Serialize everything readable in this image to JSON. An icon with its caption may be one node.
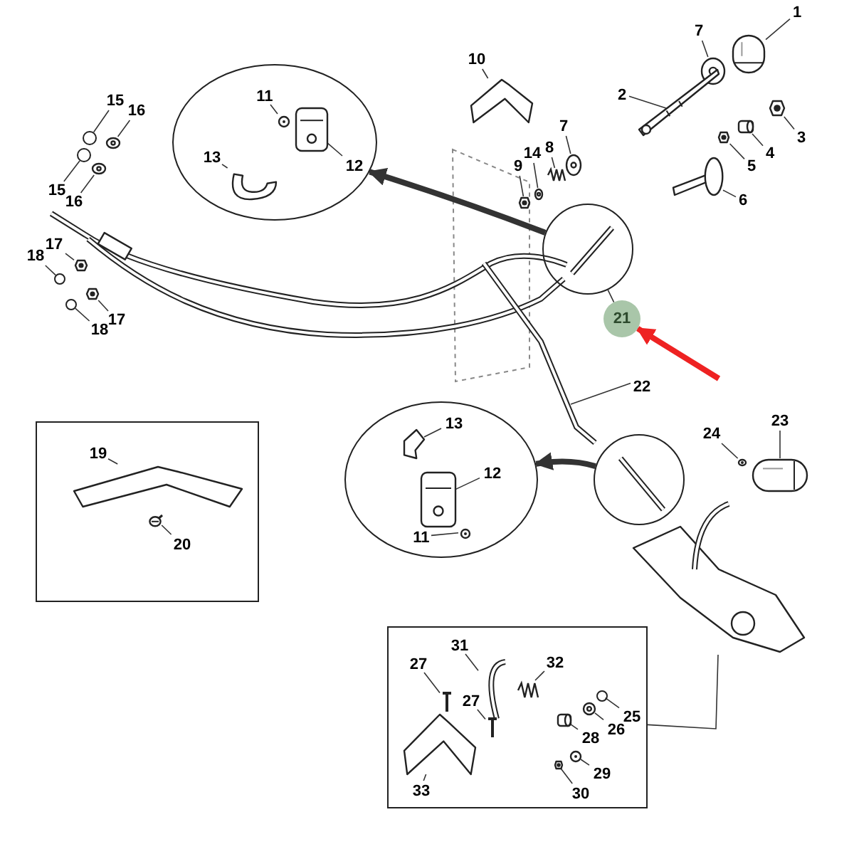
{
  "diagram": {
    "nodes": [
      {
        "text": [
          "1"
        ]
      },
      {
        "text": [
          "7"
        ]
      },
      {
        "text": [
          "10"
        ]
      },
      {
        "text": [
          "2"
        ]
      },
      {
        "text": [
          "3"
        ]
      },
      {
        "text": [
          "7"
        ]
      },
      {
        "text": [
          "4"
        ]
      },
      {
        "text": [
          "15"
        ]
      },
      {
        "text": [
          "16"
        ]
      },
      {
        "text": [],
        "shape": "circle"
      },
      {
        "text": [
          "11"
        ],
        "in": 9
      },
      {
        "text": [
          "12"
        ],
        "in": 9
      },
      {
        "text": [
          "13"
        ],
        "in": 9
      },
      {
        "text": [
          "14"
        ]
      },
      {
        "text": [
          "8"
        ]
      },
      {
        "text": [
          "9"
        ]
      },
      {
        "text": [
          "5"
        ]
      },
      {
        "text": [
          "6"
        ]
      },
      {
        "text": [
          "15"
        ]
      },
      {
        "text": [
          "16"
        ]
      },
      {
        "text": [],
        "shape": "circle"
      },
      {
        "text": [
          "17"
        ]
      },
      {
        "text": [
          "18"
        ]
      },
      {
        "text": [
          "17"
        ]
      },
      {
        "text": [
          "18"
        ]
      },
      {
        "text": [
          "21"
        ]
      },
      {
        "text": [
          "22"
        ]
      },
      {
        "text": [
          "23"
        ]
      },
      {
        "text": [
          "24"
        ]
      },
      {
        "text": [],
        "shape": "box"
      },
      {
        "text": [
          "19"
        ],
        "in": 29
      },
      {
        "text": [
          "20"
        ],
        "in": 29
      },
      {
        "text": [],
        "shape": "circle"
      },
      {
        "text": [
          "13"
        ],
        "in": 32
      },
      {
        "text": [
          "12"
        ],
        "in": 32
      },
      {
        "text": [
          "11"
        ],
        "in": 32
      },
      {
        "text": [],
        "shape": "circle"
      },
      {
        "text": [],
        "shape": "box"
      },
      {
        "text": [
          "31"
        ],
        "in": 37
      },
      {
        "text": [
          "32"
        ],
        "in": 37
      },
      {
        "text": [
          "27"
        ],
        "in": 37
      },
      {
        "text": [
          "27"
        ],
        "in": 37
      },
      {
        "text": [
          "25"
        ],
        "in": 37
      },
      {
        "text": [
          "26"
        ],
        "in": 37
      },
      {
        "text": [
          "28"
        ],
        "in": 37
      },
      {
        "text": [
          "29"
        ],
        "in": 37
      },
      {
        "text": [
          "30"
        ],
        "in": 37
      },
      {
        "text": [
          "33"
        ],
        "in": 37
      },
      {
        "text": [],
        "shape": "picture"
      },
      {
        "text": [],
        "shape": "picture"
      },
      {
        "text": [],
        "shape": "picture"
      },
      {
        "text": [],
        "shape": "picture"
      },
      {
        "text": [],
        "shape": "picture"
      },
      {
        "text": [],
        "shape": "picture"
      },
      {
        "text": [],
        "shape": "picture"
      },
      {
        "text": [],
        "shape": "circle"
      },
      {
        "text": [],
        "shape": "picture"
      },
      {
        "text": [],
        "shape": "picture",
        "in": 9
      },
      {
        "text": [],
        "shape": "picture",
        "in": 9
      },
      {
        "text": [],
        "shape": "picture",
        "in": 9
      },
      {
        "text": [],
        "shape": "picture"
      },
      {
        "text": [],
        "shape": "picture"
      },
      {
        "text": [],
        "shape": "picture"
      },
      {
        "text": [],
        "shape": "picture"
      },
      {
        "text": [],
        "shape": "picture"
      },
      {
        "text": [],
        "shape": "circle"
      },
      {
        "text": [],
        "shape": "picture"
      },
      {
        "text": [],
        "shape": "picture"
      },
      {
        "text": [],
        "shape": "circle"
      },
      {
        "text": [],
        "shape": "picture"
      },
      {
        "text": [],
        "shape": "circle"
      },
      {
        "text": [],
        "shape": "picture"
      },
      {
        "text": [],
        "shape": "picture"
      },
      {
        "text": [],
        "shape": "picture"
      },
      {
        "text": [],
        "shape": "picture",
        "in": 29
      },
      {
        "text": [],
        "shape": "picture",
        "in": 29
      },
      {
        "text": [],
        "shape": "picture",
        "in": 32
      },
      {
        "text": [],
        "shape": "picture",
        "in": 32
      },
      {
        "text": [],
        "shape": "picture",
        "in": 32
      },
      {
        "text": [],
        "shape": "picture",
        "in": 37
      },
      {
        "text": [],
        "shape": "picture",
        "in": 37
      },
      {
        "text": [],
        "shape": "picture",
        "in": 37
      },
      {
        "text": [],
        "shape": "picture",
        "in": 37
      },
      {
        "text": [],
        "shape": "circle",
        "in": 37
      },
      {
        "text": [],
        "shape": "picture",
        "in": 37
      },
      {
        "text": [],
        "shape": "picture",
        "in": 37
      },
      {
        "text": [],
        "shape": "picture",
        "in": 37
      },
      {
        "text": [],
        "shape": "picture",
        "in": 37
      },
      {
        "text": [],
        "shape": "picture",
        "in": 37
      },
      {
        "text": [],
        "shape": "picture"
      }
    ],
    "edges": [
      {
        "from": 0,
        "to": 48,
        "arrow": "none"
      },
      {
        "from": 1,
        "to": 49,
        "arrow": "none"
      },
      {
        "from": 2,
        "to": 50,
        "arrow": "none"
      },
      {
        "from": 3,
        "to": 51,
        "arrow": "none"
      },
      {
        "from": 4,
        "to": 52,
        "arrow": "none"
      },
      {
        "from": 5,
        "to": 53,
        "arrow": "none"
      },
      {
        "from": 6,
        "to": 54,
        "arrow": "none"
      },
      {
        "from": 7,
        "to": 55,
        "arrow": "none"
      },
      {
        "from": 8,
        "to": 56,
        "arrow": "none"
      },
      {
        "from": 10,
        "to": 57,
        "arrow": "none"
      },
      {
        "from": 11,
        "to": 58,
        "arrow": "none"
      },
      {
        "from": 12,
        "to": 59,
        "arrow": "none"
      },
      {
        "from": 13,
        "to": 60,
        "arrow": "none"
      },
      {
        "from": 14,
        "to": 61,
        "arrow": "none"
      },
      {
        "from": 15,
        "to": 62,
        "arrow": "none"
      },
      {
        "from": 16,
        "to": 63,
        "arrow": "none"
      },
      {
        "from": 17,
        "to": 64,
        "arrow": "none"
      },
      {
        "from": 18,
        "to": 65,
        "arrow": "none"
      },
      {
        "from": 19,
        "to": 66,
        "arrow": "none"
      },
      {
        "from": 21,
        "to": 67,
        "arrow": "none"
      },
      {
        "from": 22,
        "to": 68,
        "arrow": "none"
      },
      {
        "from": 23,
        "to": 69,
        "arrow": "none"
      },
      {
        "from": 24,
        "to": 70,
        "arrow": "none"
      },
      {
        "from": 25,
        "to": 20,
        "arrow": "none"
      },
      {
        "from": 26,
        "to": 71,
        "arrow": "none"
      },
      {
        "from": 27,
        "to": 72,
        "arrow": "none"
      },
      {
        "from": 28,
        "to": 73,
        "arrow": "none"
      },
      {
        "from": 30,
        "to": 74,
        "arrow": "none"
      },
      {
        "from": 31,
        "to": 75,
        "arrow": "none"
      },
      {
        "from": 33,
        "to": 76,
        "arrow": "none"
      },
      {
        "from": 34,
        "to": 77,
        "arrow": "none"
      },
      {
        "from": 35,
        "to": 78,
        "arrow": "none"
      },
      {
        "from": 38,
        "to": 79,
        "arrow": "none"
      },
      {
        "from": 39,
        "to": 80,
        "arrow": "none"
      },
      {
        "from": 40,
        "to": 81,
        "arrow": "none"
      },
      {
        "from": 41,
        "to": 82,
        "arrow": "none"
      },
      {
        "from": 42,
        "to": 83,
        "arrow": "none"
      },
      {
        "from": 43,
        "to": 84,
        "arrow": "none"
      },
      {
        "from": 44,
        "to": 85,
        "arrow": "none"
      },
      {
        "from": 45,
        "to": 86,
        "arrow": "none"
      },
      {
        "from": 46,
        "to": 87,
        "arrow": "none"
      },
      {
        "from": 47,
        "to": 88,
        "arrow": "none"
      },
      {
        "from": 20,
        "to": 9,
        "arrow": "to",
        "style": "thick"
      },
      {
        "from": 36,
        "to": 32,
        "arrow": "to",
        "style": "thick"
      },
      {
        "from": null,
        "to": 25,
        "arrow": "to",
        "style": "thick",
        "color": "#ee2222"
      },
      {
        "from": 37,
        "to": 89,
        "arrow": "none"
      }
    ]
  }
}
